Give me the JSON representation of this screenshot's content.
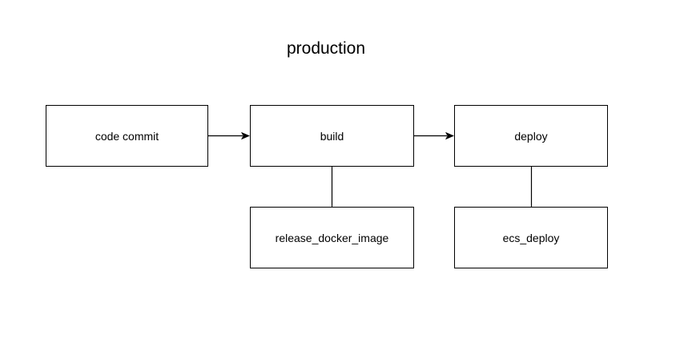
{
  "diagram": {
    "title": "production",
    "nodes": [
      {
        "id": "code_commit",
        "label": "code commit"
      },
      {
        "id": "build",
        "label": "build"
      },
      {
        "id": "deploy",
        "label": "deploy"
      },
      {
        "id": "release_docker_image",
        "label": "release_docker_image"
      },
      {
        "id": "ecs_deploy",
        "label": "ecs_deploy"
      }
    ],
    "edges": [
      {
        "from": "code_commit",
        "to": "build",
        "style": "arrow"
      },
      {
        "from": "build",
        "to": "deploy",
        "style": "arrow"
      },
      {
        "from": "build",
        "to": "release_docker_image",
        "style": "line"
      },
      {
        "from": "deploy",
        "to": "ecs_deploy",
        "style": "line"
      }
    ],
    "colors": {
      "line": "#000000",
      "text": "#000000",
      "background": "#ffffff",
      "node_fill": "#ffffff"
    }
  }
}
